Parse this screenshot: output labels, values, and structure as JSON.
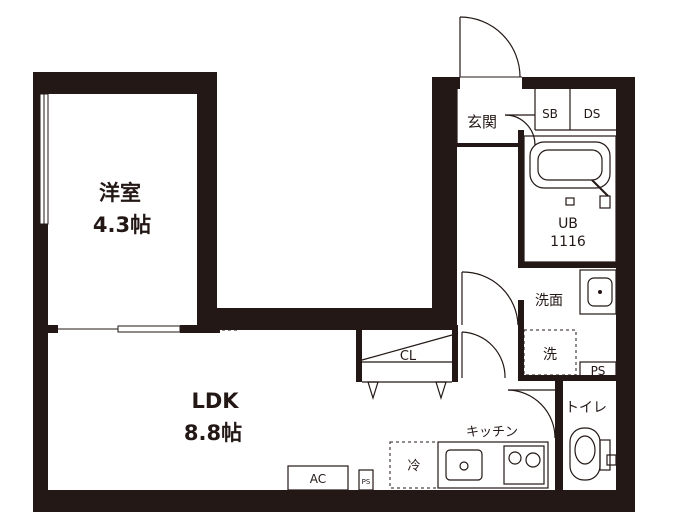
{
  "rooms": {
    "western": {
      "name": "洋室",
      "size": "4.3帖"
    },
    "ldk": {
      "name": "LDK",
      "size": "8.8帖"
    },
    "entrance": {
      "name": "玄関"
    },
    "unit_bath": {
      "name": "UB",
      "size": "1116"
    },
    "washroom": {
      "name": "洗面"
    },
    "toilet": {
      "name": "トイレ"
    },
    "kitchen": {
      "name": "キッチン"
    }
  },
  "fixtures": {
    "sb": "SB",
    "ds": "DS",
    "cl": "CL",
    "washer": "洗",
    "ps_right": "PS",
    "fridge": "冷",
    "ac": "AC",
    "ps_bottom": "PS"
  }
}
